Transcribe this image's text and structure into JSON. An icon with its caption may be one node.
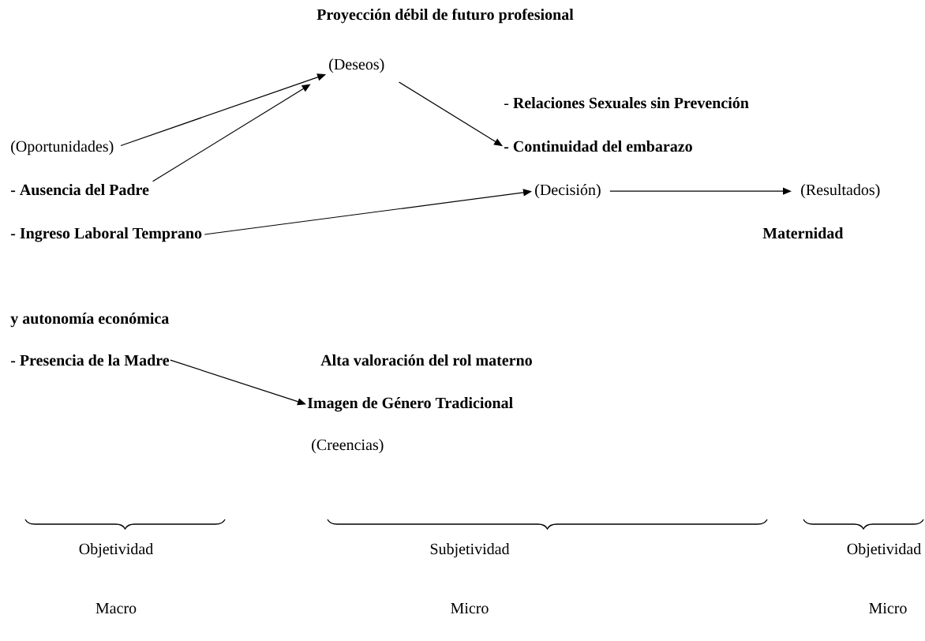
{
  "diagram": {
    "nodes": [
      {
        "text": [
          "Proyección débil de futuro profesional"
        ]
      },
      {
        "text": [
          "(Deseos)"
        ]
      },
      {
        "text": [
          "- **Relaciones Sexuales sin Prevención**"
        ]
      },
      {
        "text": [
          "(Oportunidades)"
        ]
      },
      {
        "text": [
          "- Continuidad del embarazo"
        ]
      },
      {
        "text": [
          "- Ausencia del Padre"
        ]
      },
      {
        "text": [
          "(Decisión)"
        ]
      },
      {
        "text": [
          "(Resultados)"
        ]
      },
      {
        "text": [
          "- Ingreso Laboral Temprano"
        ]
      },
      {
        "text": [
          "Maternidad"
        ]
      },
      {
        "text": [
          "y autonomía económica"
        ]
      },
      {
        "text": [
          "- Presencia de la Madre"
        ]
      },
      {
        "text": [
          "Alta valoración del rol materno"
        ]
      },
      {
        "text": [
          "Imagen de Género Tradicional"
        ]
      },
      {
        "text": [
          "(Creencias)"
        ]
      }
    ],
    "edges": [
      {
        "from": 3,
        "to": 1,
        "arrow": "to"
      },
      {
        "from": 5,
        "to": 1,
        "arrow": "to"
      },
      {
        "from": 1,
        "to": 4,
        "arrow": "to"
      },
      {
        "from": 8,
        "to": 6,
        "arrow": "to"
      },
      {
        "from": 6,
        "to": 7,
        "arrow": "to"
      },
      {
        "from": 11,
        "to": 13,
        "arrow": "to"
      }
    ],
    "labels": [
      "Objetividad",
      "Subjetividad",
      "Objetividad",
      "Macro",
      "Micro",
      "Micro"
    ]
  }
}
